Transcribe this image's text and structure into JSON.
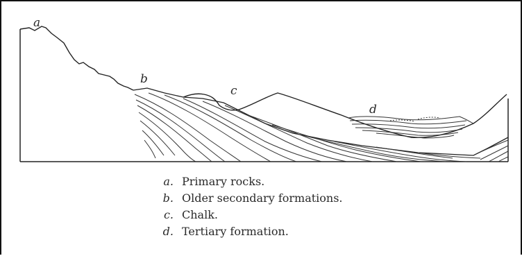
{
  "figure": {
    "markers": {
      "a": "a",
      "b": "b",
      "c": "c",
      "d": "d"
    },
    "legend": [
      {
        "key": "a.",
        "text": "Primary rocks."
      },
      {
        "key": "b.",
        "text": "Older secondary formations."
      },
      {
        "key": "c.",
        "text": "Chalk."
      },
      {
        "key": "d.",
        "text": "Tertiary formation."
      }
    ]
  }
}
